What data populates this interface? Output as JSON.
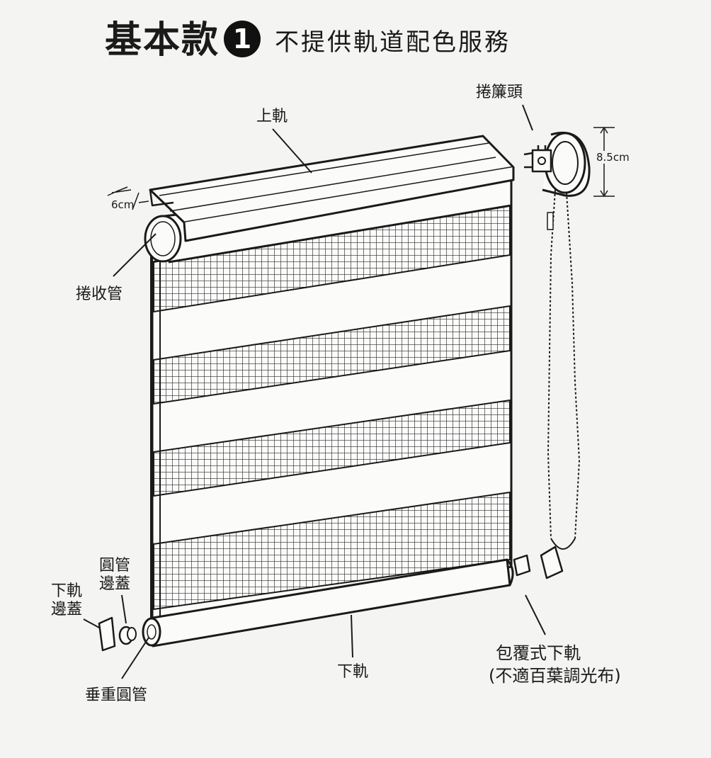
{
  "title": {
    "main": "基本款",
    "badge": "1",
    "subtitle": "不提供軌道配色服務"
  },
  "labels": {
    "top_rail": "上軌",
    "roller_head": "捲簾頭",
    "width_dim": "6cm",
    "height_dim": "8.5cm",
    "roll_tube": "捲收管",
    "tube_cap_line1": "圓管",
    "tube_cap_line2": "邊蓋",
    "bottom_cap_line1": "下軌",
    "bottom_cap_line2": "邊蓋",
    "weight_tube": "垂重圓管",
    "bottom_rail": "下軌",
    "wrap_rail_line1": "包覆式下軌",
    "wrap_rail_line2": "(不適百葉調光布)"
  },
  "colors": {
    "ink": "#1a1a1a",
    "paper": "#f4f4f2",
    "fabric": "#fbfbfa"
  }
}
